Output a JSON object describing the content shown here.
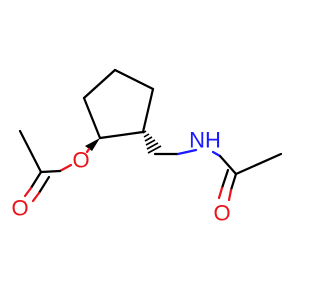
{
  "atoms": {
    "ester_oxygen": "O",
    "carbonyl_oxygen_left": "O",
    "amide_nitrogen": "NH",
    "carbonyl_oxygen_right": "O"
  },
  "colors": {
    "bond": "#000000",
    "oxygen": "#e8141a",
    "nitrogen": "#1a1aff",
    "background": "#ffffff"
  }
}
